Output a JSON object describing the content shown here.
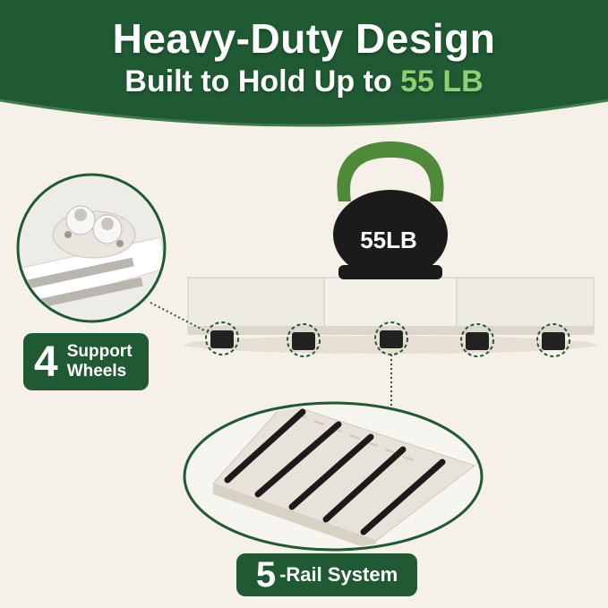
{
  "banner": {
    "headline": "Heavy-Duty Design",
    "subhead_prefix": "Built to Hold Up to ",
    "subhead_accent": "55 LB"
  },
  "kettlebell": {
    "label": "55LB"
  },
  "badges": {
    "wheels_number": "4",
    "wheels_line1": "Support",
    "wheels_line2": "Wheels",
    "rails_number": "5",
    "rails_text": "-Rail System"
  },
  "colors": {
    "banner_green": "#1f5a33",
    "accent_green": "#8fce72",
    "kettlebell_handle": "#4f8a3a",
    "background": "#f6f1e8"
  }
}
